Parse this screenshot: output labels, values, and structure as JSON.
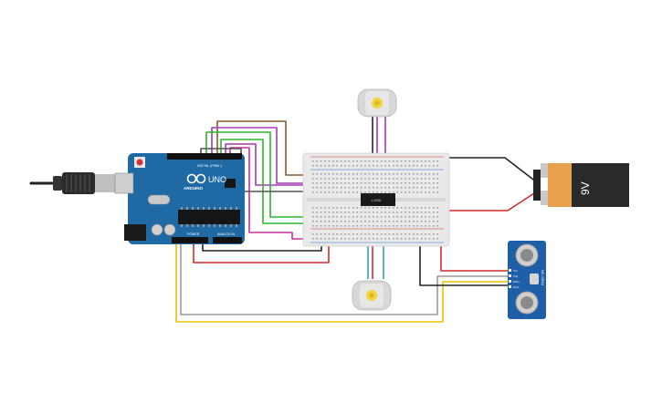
{
  "arduino": {
    "brand": "ARDUINO",
    "model": "UNO",
    "header_top": "DIGITAL (PWM~)",
    "power_label": "POWER",
    "analog_label": "ANALOG IN"
  },
  "driver_ic": {
    "label": "L293D"
  },
  "battery": {
    "voltage": "9V"
  },
  "sensor": {
    "name": "HC-SR04",
    "pins": [
      "Vcc",
      "Trig",
      "Echo",
      "Gnd"
    ]
  },
  "colors": {
    "board": "#1f6aa5",
    "breadboard": "#e9e9e9",
    "red": "#d42a2a",
    "black": "#222222",
    "green": "#2bb52b",
    "purple": "#a23bb0",
    "magenta": "#c8309a",
    "brown": "#8a5a2b",
    "blue": "#2a9fd6",
    "yellow": "#e8c200",
    "gray": "#9a9a9a",
    "battery_black": "#2a2a2a",
    "battery_orange": "#e8a04a",
    "motor_body": "#d8d8d8",
    "motor_shaft": "#f2d33a"
  }
}
